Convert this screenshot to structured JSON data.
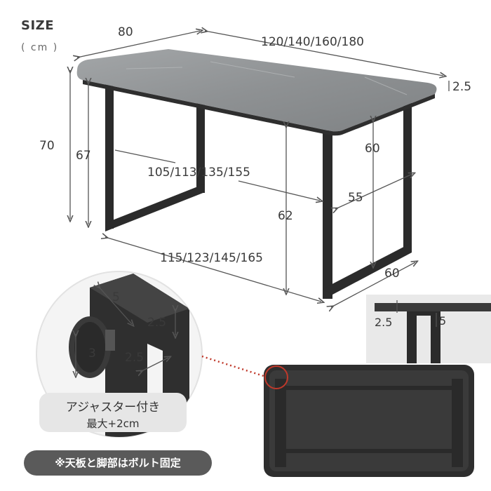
{
  "header": {
    "title": "SIZE",
    "unit": "( cm )"
  },
  "dimensions": {
    "depth": "80",
    "width": "120/140/160/180",
    "top_thickness": "2.5",
    "total_height": "70",
    "frame_height": "67",
    "inner_width": "105/113/135/155",
    "under_clearance": "62",
    "leg_height": "60",
    "inner_depth": "55",
    "leg_depth": "60",
    "frame_width": "115/123/145/165"
  },
  "detail": {
    "top_value": "5",
    "right_value": "2.5",
    "left_value": "3",
    "bottom_value": "2.5",
    "adjuster_title": "アジャスター付き",
    "adjuster_sub": "最大+2cm"
  },
  "side_detail": {
    "thickness": "2.5",
    "frame": "5"
  },
  "note": "※天板と脚部はボルト固定",
  "colors": {
    "table_top": "#8f9294",
    "frame": "#2b2b2b",
    "text": "#3a3a3a",
    "note_bg": "#5a5a5a"
  }
}
